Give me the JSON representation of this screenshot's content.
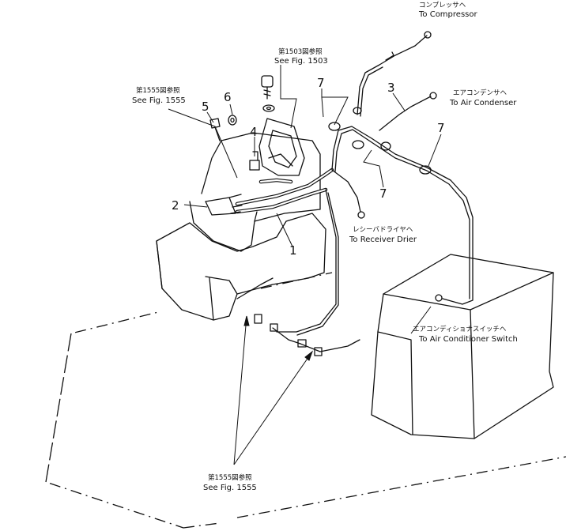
{
  "callouts": {
    "compressor_jp": "コンプレッサヘ",
    "compressor_en": "To Compressor",
    "condenser_jp": "エアコンデンサヘ",
    "condenser_en": "To Air Condenser",
    "receiver_jp": "レシーバドライヤヘ",
    "receiver_en": "To Receiver Drier",
    "ac_switch_jp": "エアコンディショナスイッチヘ",
    "ac_switch_en": "To Air Conditioner Switch",
    "fig1503_jp": "第1503図参照",
    "fig1503_en": "See Fig. 1503",
    "fig1555_top_jp": "第1555図参照",
    "fig1555_top_en": "See Fig. 1555",
    "fig1555_bottom_jp": "第1555図参照",
    "fig1555_bottom_en": "See Fig. 1555"
  },
  "part_numbers": {
    "p1": "1",
    "p2": "2",
    "p3": "3",
    "p4": "4",
    "p5": "5",
    "p6": "6",
    "p7a": "7",
    "p7b": "7",
    "p7c": "7"
  }
}
